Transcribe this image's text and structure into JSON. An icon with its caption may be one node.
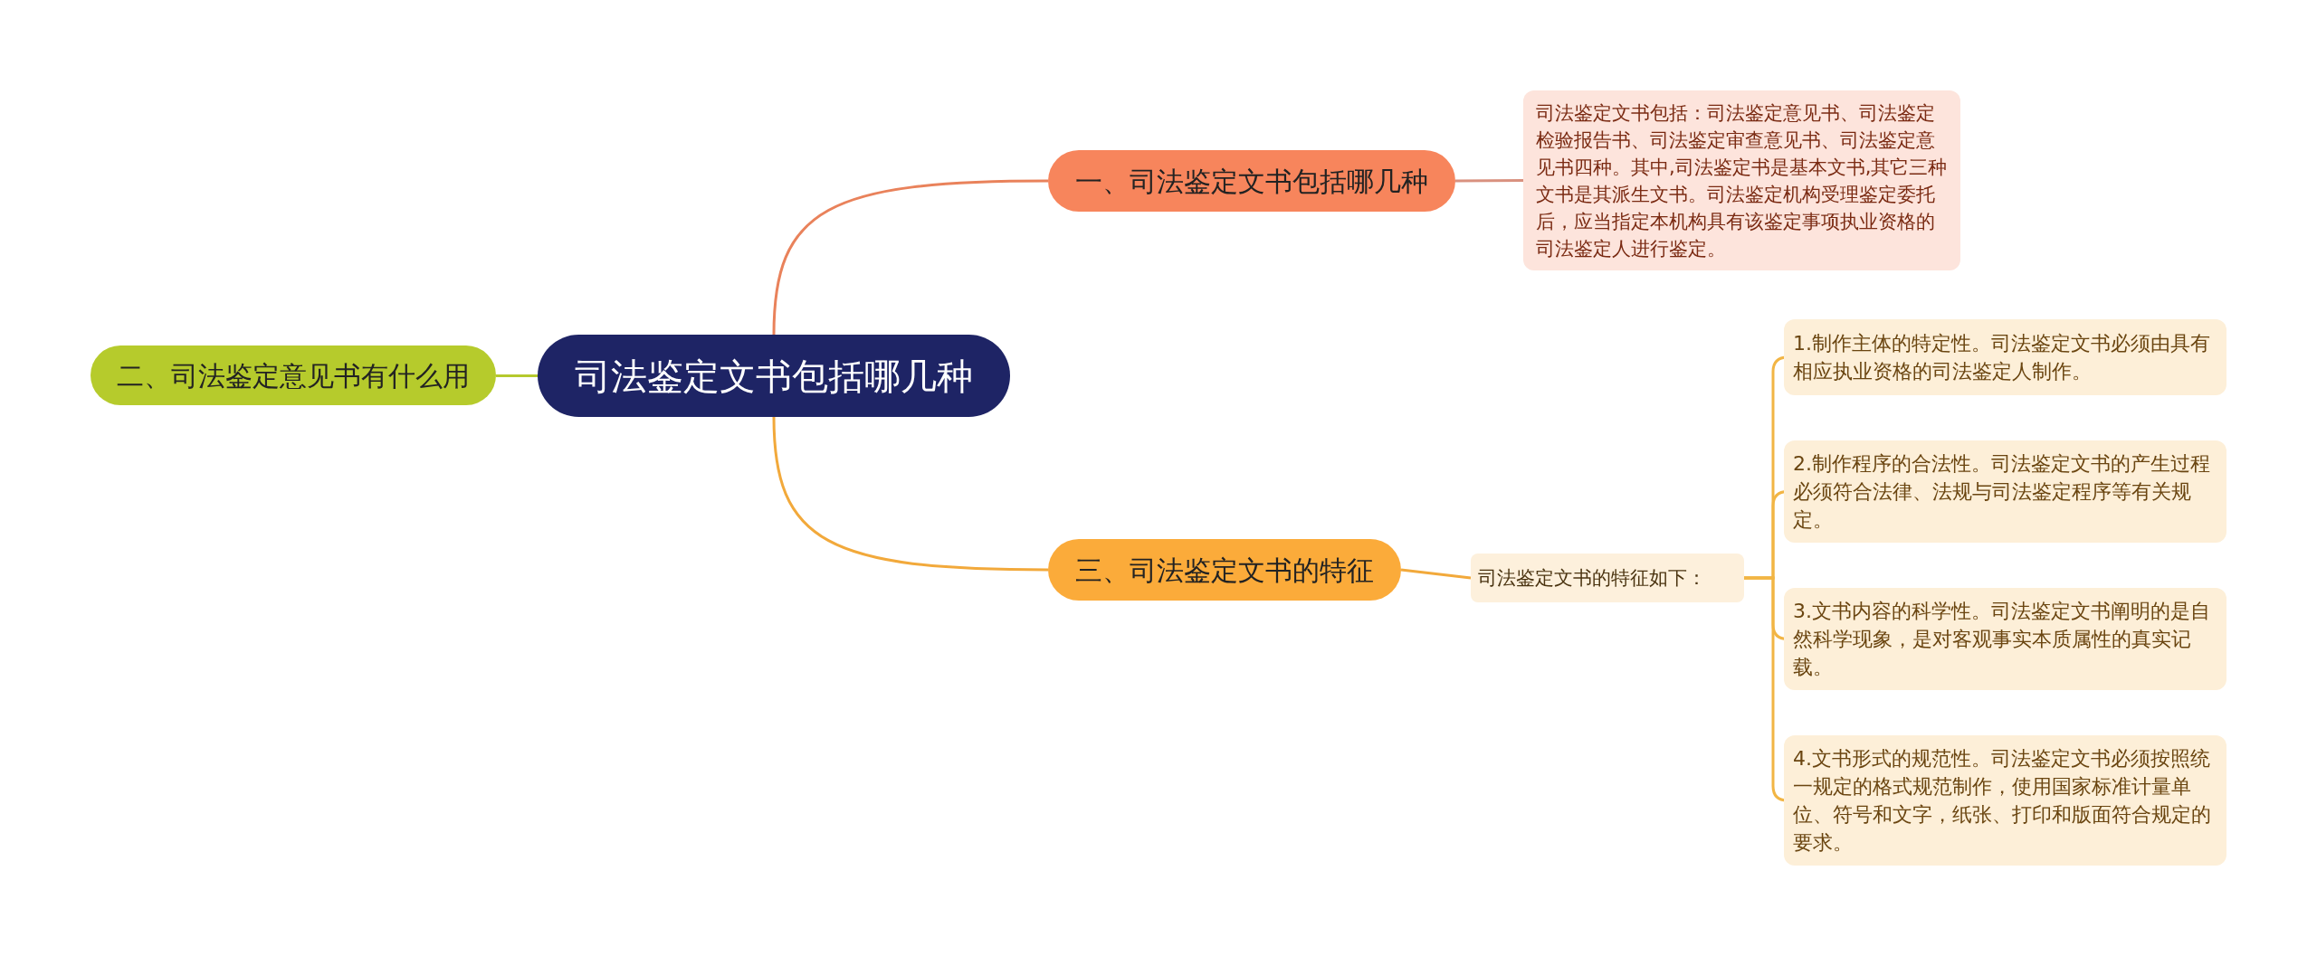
{
  "diagram": {
    "nodes": [
      {
        "text": [
          "司法鉴定文书包括哪几种"
        ]
      },
      {
        "text": [
          "一、司法鉴定文书包括哪几种"
        ]
      },
      {
        "text": [
          "二、司法鉴定意见书有什么用"
        ]
      },
      {
        "text": [
          "三、司法鉴定文书的特征"
        ]
      },
      {
        "text": [
          "司法鉴定文书包括：司法鉴定意见书、司法鉴定检验报告书、司法鉴定审查意见书、司法鉴定意见书四种。其中,司法鉴定书是基本文书,其它三种文书是其派生文书。司法鉴定机构受理鉴定委托后，应当指定本机构具有该鉴定事项执业资格的司法鉴定人进行鉴定。"
        ]
      },
      {
        "text": [
          "司法鉴定文书的特征如下："
        ]
      },
      {
        "text": [
          "1.制作主体的特定性。司法鉴定文书必须由具有相应执业资格的司法鉴定人制作。"
        ]
      },
      {
        "text": [
          "2.制作程序的合法性。司法鉴定文书的产生过程必须符合法律、法规与司法鉴定程序等有关规定。"
        ]
      },
      {
        "text": [
          "3.文书内容的科学性。司法鉴定文书阐明的是自然科学现象，是对客观事实本质属性的真实记载。"
        ]
      },
      {
        "text": [
          "4.文书形式的规范性。司法鉴定文书必须按照统一规定的格式规范制作，使用国家标准计量单位、符号和文字，纸张、打印和版面符合规定的要求。"
        ]
      }
    ],
    "edges": [
      {
        "from": 0,
        "to": 1,
        "arrow": "none",
        "color": "#e9825b"
      },
      {
        "from": 0,
        "to": 2,
        "arrow": "none",
        "color": "#b5c92d"
      },
      {
        "from": 0,
        "to": 3,
        "arrow": "none",
        "color": "#f2a93b"
      },
      {
        "from": 1,
        "to": 4,
        "arrow": "none",
        "color": "#d9917f"
      },
      {
        "from": 3,
        "to": 5,
        "arrow": "none",
        "color": "#f2a93b"
      },
      {
        "from": 5,
        "to": 6,
        "arrow": "none",
        "color": "#f2b544"
      },
      {
        "from": 5,
        "to": 7,
        "arrow": "none",
        "color": "#f2b544"
      },
      {
        "from": 5,
        "to": 8,
        "arrow": "none",
        "color": "#f2b544"
      },
      {
        "from": 5,
        "to": 9,
        "arrow": "none",
        "color": "#f2b544"
      }
    ]
  }
}
